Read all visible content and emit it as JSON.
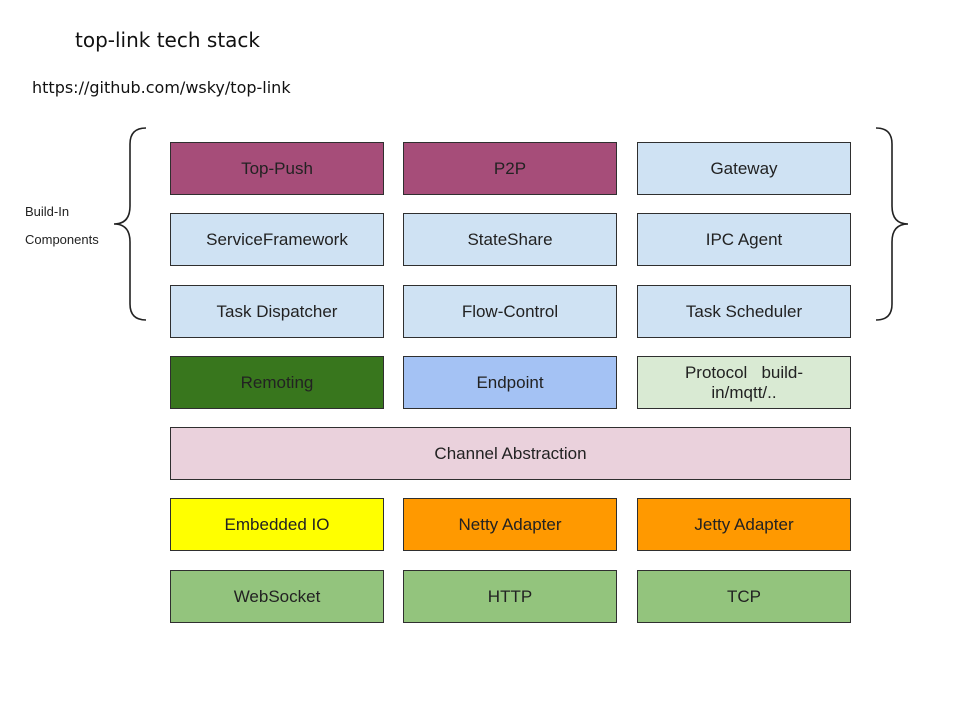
{
  "title": "top-link tech stack",
  "url": "https://github.com/wsky/top-link",
  "side_label": {
    "line1": "Build-In",
    "line2": "Components"
  },
  "colors": {
    "purple": "#a64d79",
    "light_blue": "#cfe2f3",
    "dark_green": "#38761d",
    "blue": "#a4c2f4",
    "light_green": "#d9ead3",
    "pink": "#ead1dc",
    "yellow": "#ffff00",
    "orange": "#ff9900",
    "green": "#93c47d"
  },
  "rows": {
    "builtin_1": [
      "Top-Push",
      "P2P",
      "Gateway"
    ],
    "builtin_2": [
      "ServiceFramework",
      "StateShare",
      "IPC Agent"
    ],
    "builtin_3": [
      "Task Dispatcher",
      "Flow-Control",
      "Task Scheduler"
    ],
    "core": [
      "Remoting",
      "Endpoint",
      "Protocol   build-in/mqtt/.."
    ],
    "channel": "Channel Abstraction",
    "adapters": [
      "Embedded IO",
      "Netty Adapter",
      "Jetty Adapter"
    ],
    "transports": [
      "WebSocket",
      "HTTP",
      "TCP"
    ]
  }
}
